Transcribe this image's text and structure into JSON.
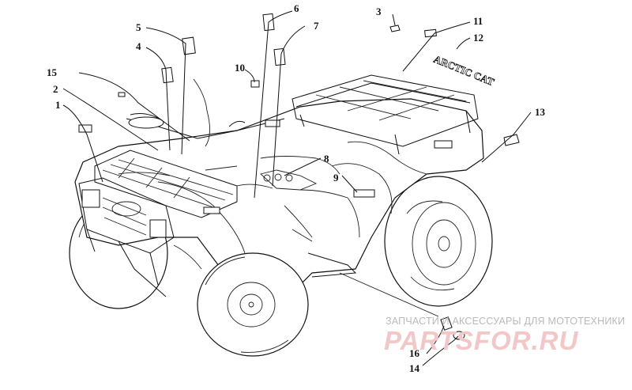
{
  "callouts": [
    {
      "id": "c1",
      "label": "1"
    },
    {
      "id": "c2",
      "label": "2"
    },
    {
      "id": "c3",
      "label": "3"
    },
    {
      "id": "c4",
      "label": "4"
    },
    {
      "id": "c5",
      "label": "5"
    },
    {
      "id": "c6",
      "label": "6"
    },
    {
      "id": "c7",
      "label": "7"
    },
    {
      "id": "c8",
      "label": "8"
    },
    {
      "id": "c9",
      "label": "9"
    },
    {
      "id": "c10",
      "label": "10"
    },
    {
      "id": "c11",
      "label": "11"
    },
    {
      "id": "c12",
      "label": "12"
    },
    {
      "id": "c13",
      "label": "13"
    },
    {
      "id": "c14",
      "label": "14"
    },
    {
      "id": "c15",
      "label": "15"
    },
    {
      "id": "c16",
      "label": "16"
    }
  ],
  "decal_text": "ARCTIC CAT",
  "watermark": {
    "tagline": "ЗАПЧАСТИ И АКСЕССУАРЫ ДЛЯ МОТОТЕХНИКИ",
    "brand": "PARTSFOR.RU"
  }
}
